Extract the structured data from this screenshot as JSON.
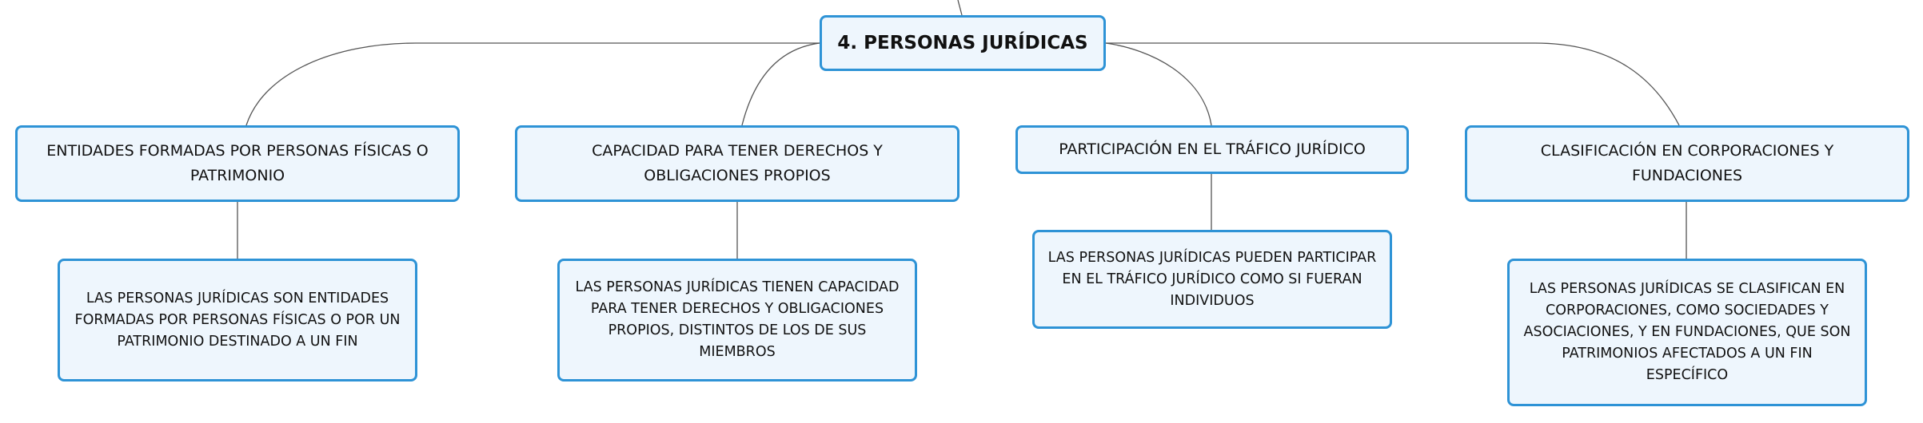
{
  "root": {
    "label": "4. PERSONAS JURÍDICAS"
  },
  "branches": [
    {
      "topic": "ENTIDADES FORMADAS POR PERSONAS FÍSICAS O PATRIMONIO",
      "detail": "LAS PERSONAS JURÍDICAS SON ENTIDADES FORMADAS POR PERSONAS FÍSICAS O POR UN PATRIMONIO DESTINADO A UN FIN"
    },
    {
      "topic": "CAPACIDAD PARA TENER DERECHOS Y OBLIGACIONES PROPIOS",
      "detail": "LAS PERSONAS JURÍDICAS TIENEN CAPACIDAD PARA TENER DERECHOS Y OBLIGACIONES PROPIOS, DISTINTOS DE LOS DE SUS MIEMBROS"
    },
    {
      "topic": "PARTICIPACIÓN EN EL TRÁFICO JURÍDICO",
      "detail": "LAS PERSONAS JURÍDICAS PUEDEN PARTICIPAR EN EL TRÁFICO JURÍDICO COMO SI FUERAN INDIVIDUOS"
    },
    {
      "topic": "CLASIFICACIÓN EN CORPORACIONES Y FUNDACIONES",
      "detail": "LAS PERSONAS JURÍDICAS SE CLASIFICAN EN CORPORACIONES, COMO SOCIEDADES Y ASOCIACIONES, Y EN FUNDACIONES, QUE SON PATRIMONIOS AFECTADOS A UN FIN ESPECÍFICO"
    }
  ],
  "colors": {
    "node_border": "#2e93d6",
    "node_fill": "#eef6fd",
    "connector": "#555555",
    "text": "#111111"
  }
}
